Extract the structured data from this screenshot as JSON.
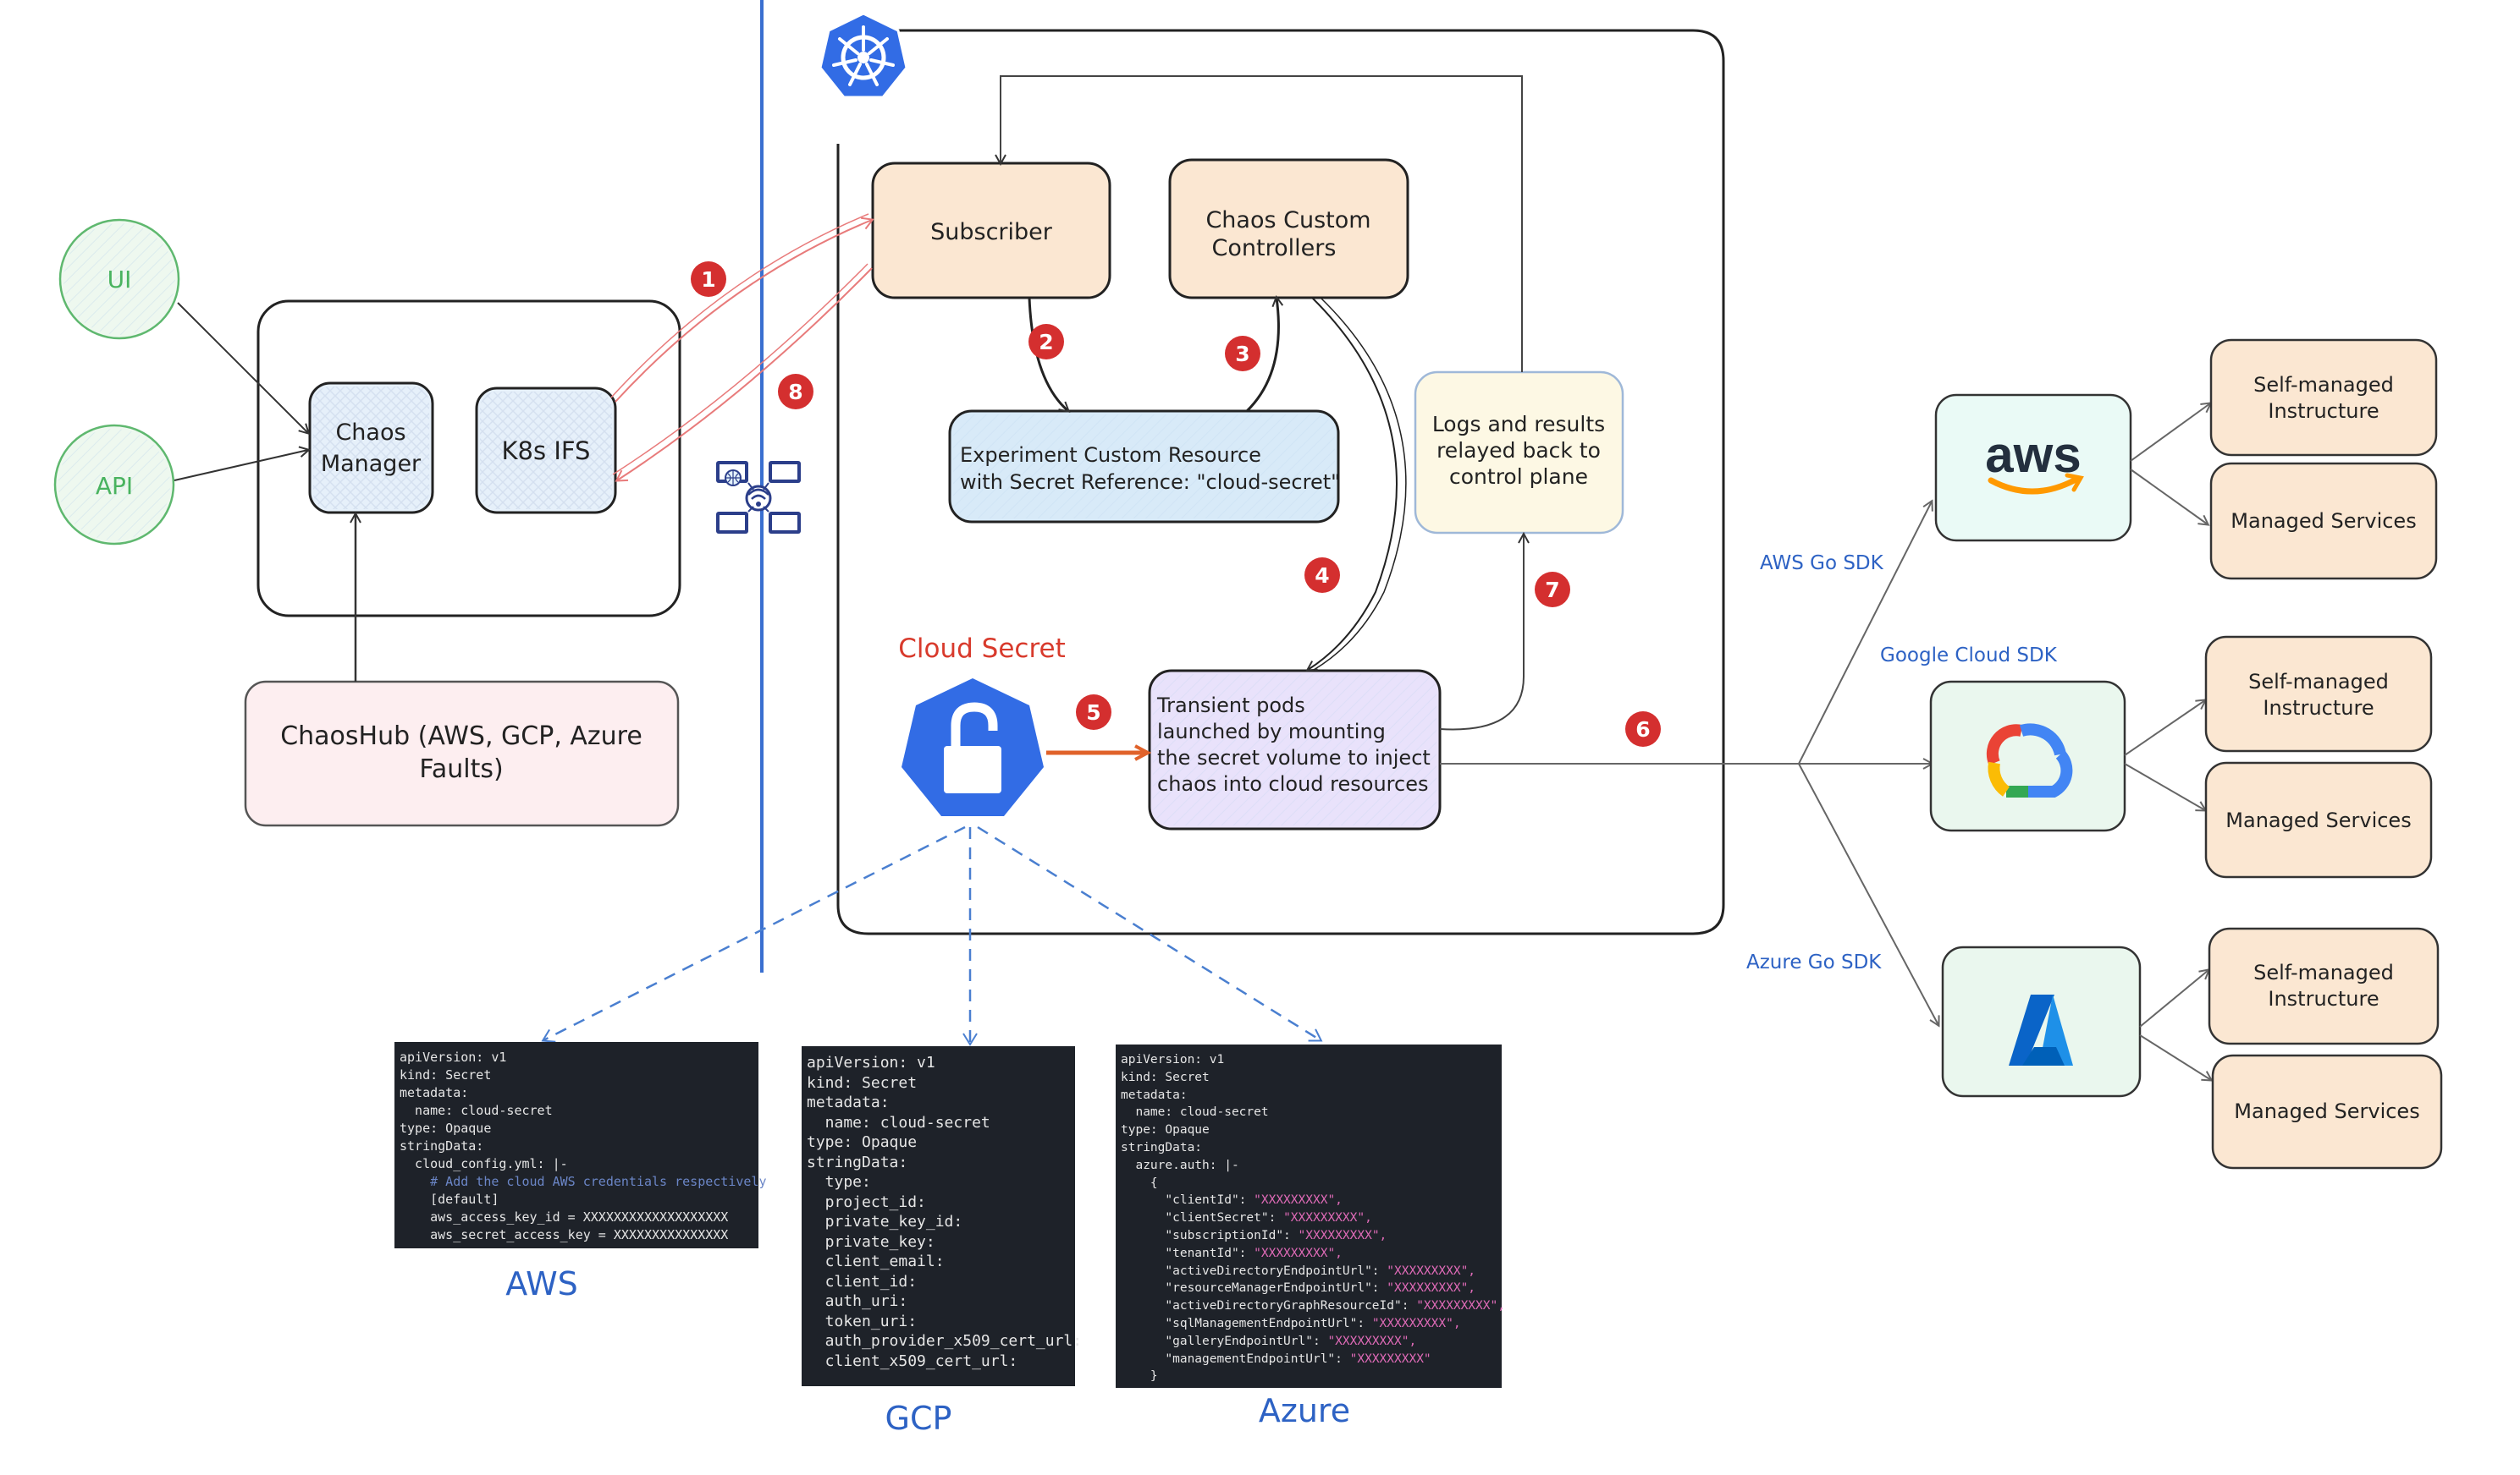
{
  "left": {
    "ui": "UI",
    "api": "API",
    "chaos_manager": [
      "Chaos",
      "Manager"
    ],
    "k8s_ifs": "K8s IFS",
    "chaoshub": [
      "ChaosHub (AWS, GCP, Azure",
      "Faults)"
    ]
  },
  "cluster": {
    "subscriber": "Subscriber",
    "controllers": [
      "Chaos Custom",
      "Controllers"
    ],
    "experiment": [
      "Experiment Custom Resource",
      "with Secret Reference: \"cloud-secret\""
    ],
    "logs": [
      "Logs and results",
      "relayed back to",
      "control plane"
    ],
    "cloud_secret": "Cloud Secret",
    "pods": [
      "Transient pods",
      "launched by mounting",
      "the secret volume to inject",
      "chaos into cloud resources"
    ]
  },
  "steps": [
    "1",
    "2",
    "3",
    "4",
    "5",
    "6",
    "7",
    "8"
  ],
  "sdks": {
    "aws": "AWS Go SDK",
    "gcp": "Google Cloud SDK",
    "azure": "Azure Go SDK"
  },
  "providers": {
    "aws_logo": "aws",
    "self_managed": [
      "Self-managed",
      "Instructure"
    ],
    "managed": "Managed Services"
  },
  "code_labels": {
    "aws": "AWS",
    "gcp": "GCP",
    "azure": "Azure"
  },
  "code": {
    "aws": [
      "apiVersion: v1",
      "kind: Secret",
      "metadata:",
      "  name: cloud-secret",
      "type: Opaque",
      "stringData:",
      "  cloud_config.yml: |-",
      "    # Add the cloud AWS credentials respectively",
      "    [default]",
      "    aws_access_key_id = XXXXXXXXXXXXXXXXXXX",
      "    aws_secret_access_key = XXXXXXXXXXXXXXX"
    ],
    "gcp": [
      "apiVersion: v1",
      "kind: Secret",
      "metadata:",
      "  name: cloud-secret",
      "type: Opaque",
      "stringData:",
      "  type:",
      "  project_id:",
      "  private_key_id:",
      "  private_key:",
      "  client_email:",
      "  client_id:",
      "  auth_uri:",
      "  token_uri:",
      "  auth_provider_x509_cert_url:",
      "  client_x509_cert_url:"
    ],
    "azure": [
      "apiVersion: v1",
      "kind: Secret",
      "metadata:",
      "  name: cloud-secret",
      "type: Opaque",
      "stringData:",
      "  azure.auth: |-",
      "    {",
      "      \"clientId\": \"XXXXXXXXX\",",
      "      \"clientSecret\": \"XXXXXXXXX\",",
      "      \"subscriptionId\": \"XXXXXXXXX\",",
      "      \"tenantId\": \"XXXXXXXXX\",",
      "      \"activeDirectoryEndpointUrl\": \"XXXXXXXXX\",",
      "      \"resourceManagerEndpointUrl\": \"XXXXXXXXX\",",
      "      \"activeDirectoryGraphResourceId\": \"XXXXXXXXX\",",
      "      \"sqlManagementEndpointUrl\": \"XXXXXXXXX\",",
      "      \"galleryEndpointUrl\": \"XXXXXXXXX\",",
      "      \"managementEndpointUrl\": \"XXXXXXXXX\"",
      "    }"
    ]
  },
  "colors": {
    "step_badge": "#d42f2f",
    "k8s_blue": "#326ce5",
    "sdk_text": "#2d62c4",
    "secret_title": "#d83a2c",
    "orange_arrow": "#e0622a",
    "red_line": "#e87b7b",
    "boundary": "#3a6fd0",
    "green_text": "#49b35f",
    "peach": "#fbe7d2",
    "blue_box": "#d8eaf8",
    "purple_box": "#e9e2fb",
    "cream_box": "#fdf8e4",
    "pink_box": "#fdeef0"
  }
}
